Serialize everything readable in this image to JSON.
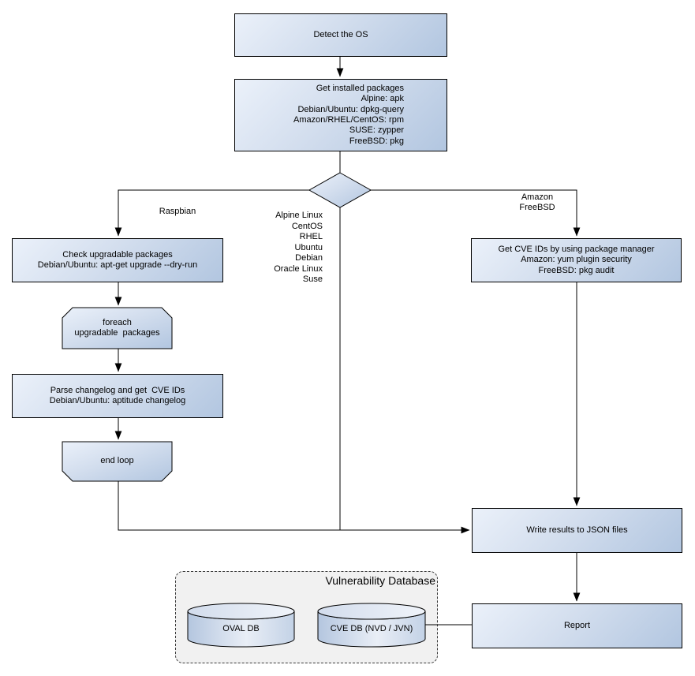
{
  "flowchart": {
    "nodes": {
      "detect_os": "Detect the OS",
      "get_installed_packages": "Get installed packages\nAlpine: apk\nDebian/Ubuntu: dpkg-query\nAmazon/RHEL/CentOS: rpm\nSUSE: zypper\nFreeBSD: pkg",
      "check_upgradable": "Check upgradable packages\nDebian/Ubuntu: apt-get upgrade --dry-run",
      "foreach_loop": "foreach\nupgradable  packages",
      "parse_changelog": "Parse changelog and get  CVE IDs\nDebian/Ubuntu: aptitude changelog",
      "end_loop": "end loop",
      "get_cve_ids": "Get CVE IDs by using package manager\nAmazon: yum plugin security\nFreeBSD: pkg audit",
      "write_results": "Write results to JSON files",
      "report": "Report"
    },
    "branch_labels": {
      "left": "Raspbian",
      "middle": "Alpine Linux\nCentOS\nRHEL\nUbuntu\nDebian\nOracle Linux\nSuse",
      "right": "Amazon\nFreeBSD"
    },
    "database": {
      "title": "Vulnerability Database",
      "cylinders": [
        "OVAL DB",
        "CVE DB (NVD / JVN)"
      ]
    },
    "colors": {
      "node_fill_light": "#ebf1fa",
      "node_fill_dark": "#b2c6e0",
      "container_fill": "#f1f1f1",
      "line": "#000000"
    }
  }
}
